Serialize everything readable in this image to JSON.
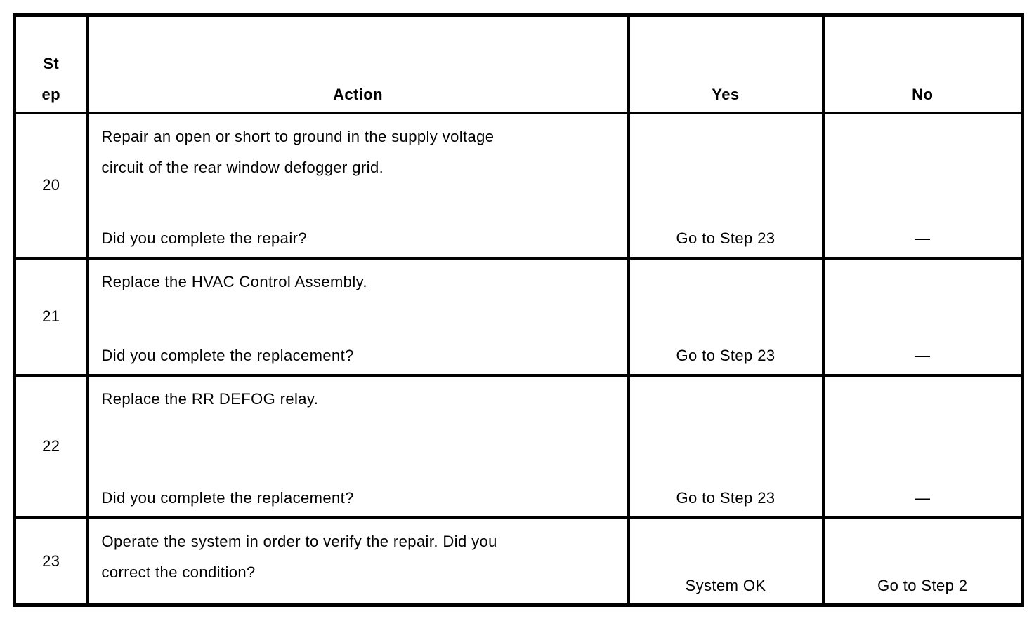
{
  "colors": {
    "background": "#ffffff",
    "border": "#000000",
    "text": "#000000"
  },
  "table": {
    "header": {
      "step": "St\nep",
      "action": "Action",
      "yes": "Yes",
      "no": "No"
    },
    "rows": [
      {
        "step": "20",
        "action": "Repair an open or short to ground in the supply voltage\ncircuit of the rear window defogger grid.",
        "question": "Did you complete the repair?",
        "yes": "Go to Step 23",
        "no": "—"
      },
      {
        "step": "21",
        "action": "Replace the HVAC Control Assembly.",
        "question": "Did you complete the replacement?",
        "yes": "Go to Step 23",
        "no": "—"
      },
      {
        "step": "22",
        "action": "Replace the RR DEFOG relay.",
        "question": "Did you complete the replacement?",
        "yes": "Go to Step 23",
        "no": "—"
      },
      {
        "step": "23",
        "action": "Operate the system in order to verify the repair. Did you\ncorrect the condition?",
        "question": "",
        "yes": "System OK",
        "no": "Go to Step 2"
      }
    ]
  }
}
